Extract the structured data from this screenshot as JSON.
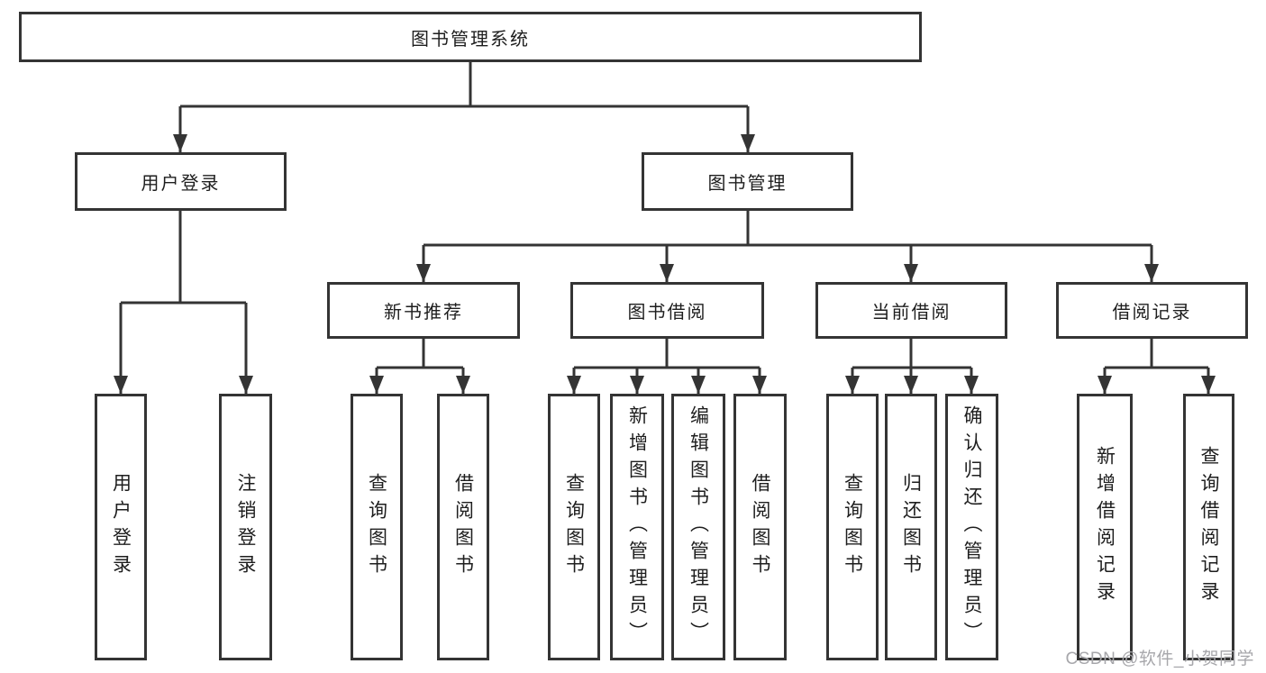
{
  "title_box": "图书管理系统",
  "tree": {
    "user_login": {
      "label": "用户登录",
      "children": [
        "用户登录",
        "注销登录"
      ]
    },
    "book_mgmt": {
      "label": "图书管理",
      "sections": {
        "new_books": {
          "label": "新书推荐",
          "children": [
            "查询图书",
            "借阅图书"
          ]
        },
        "book_borrow": {
          "label": "图书借阅",
          "children": [
            "查询图书",
            "新增图书（管理员）",
            "编辑图书（管理员）",
            "借阅图书"
          ]
        },
        "current_borrow": {
          "label": "当前借阅",
          "children": [
            "查询图书",
            "归还图书",
            "确认归还（管理员）"
          ]
        },
        "borrow_records": {
          "label": "借阅记录",
          "children": [
            "新增借阅记录",
            "查询借阅记录"
          ]
        }
      }
    }
  },
  "watermark": "CSDN @软件_小贺同学",
  "colors": {
    "line": "#343434",
    "text": "#1e1e1e",
    "box_background": "#ffffff",
    "background": "#ffffff",
    "watermark": "#a7a7ab"
  }
}
